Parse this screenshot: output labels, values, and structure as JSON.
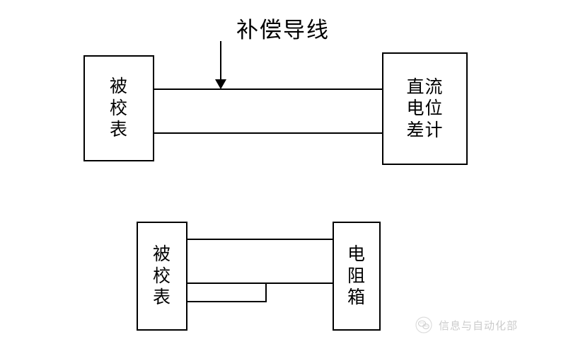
{
  "diagram": {
    "title_annotation": {
      "label": "补偿导线",
      "arrow_icon": "down-arrow-icon"
    },
    "top_circuit": {
      "name": "thermocouple-calibration-circuit",
      "left_block": {
        "lines": [
          "被",
          "校",
          "表"
        ]
      },
      "right_block": {
        "lines": [
          "直流",
          "电位",
          "差计"
        ]
      },
      "wire_count": 2
    },
    "bottom_circuit": {
      "name": "resistance-calibration-circuit",
      "left_block": {
        "lines": [
          "被",
          "校",
          "表"
        ]
      },
      "right_block": {
        "lines": [
          "电",
          "阻",
          "箱"
        ]
      },
      "wire_count": 3
    }
  },
  "watermark": {
    "text": "信息与自动化部",
    "logo_icon": "wechat-circle-logo-icon"
  },
  "colors": {
    "line": "#000000",
    "background": "#ffffff",
    "watermark_text": "#8d8d8d"
  }
}
